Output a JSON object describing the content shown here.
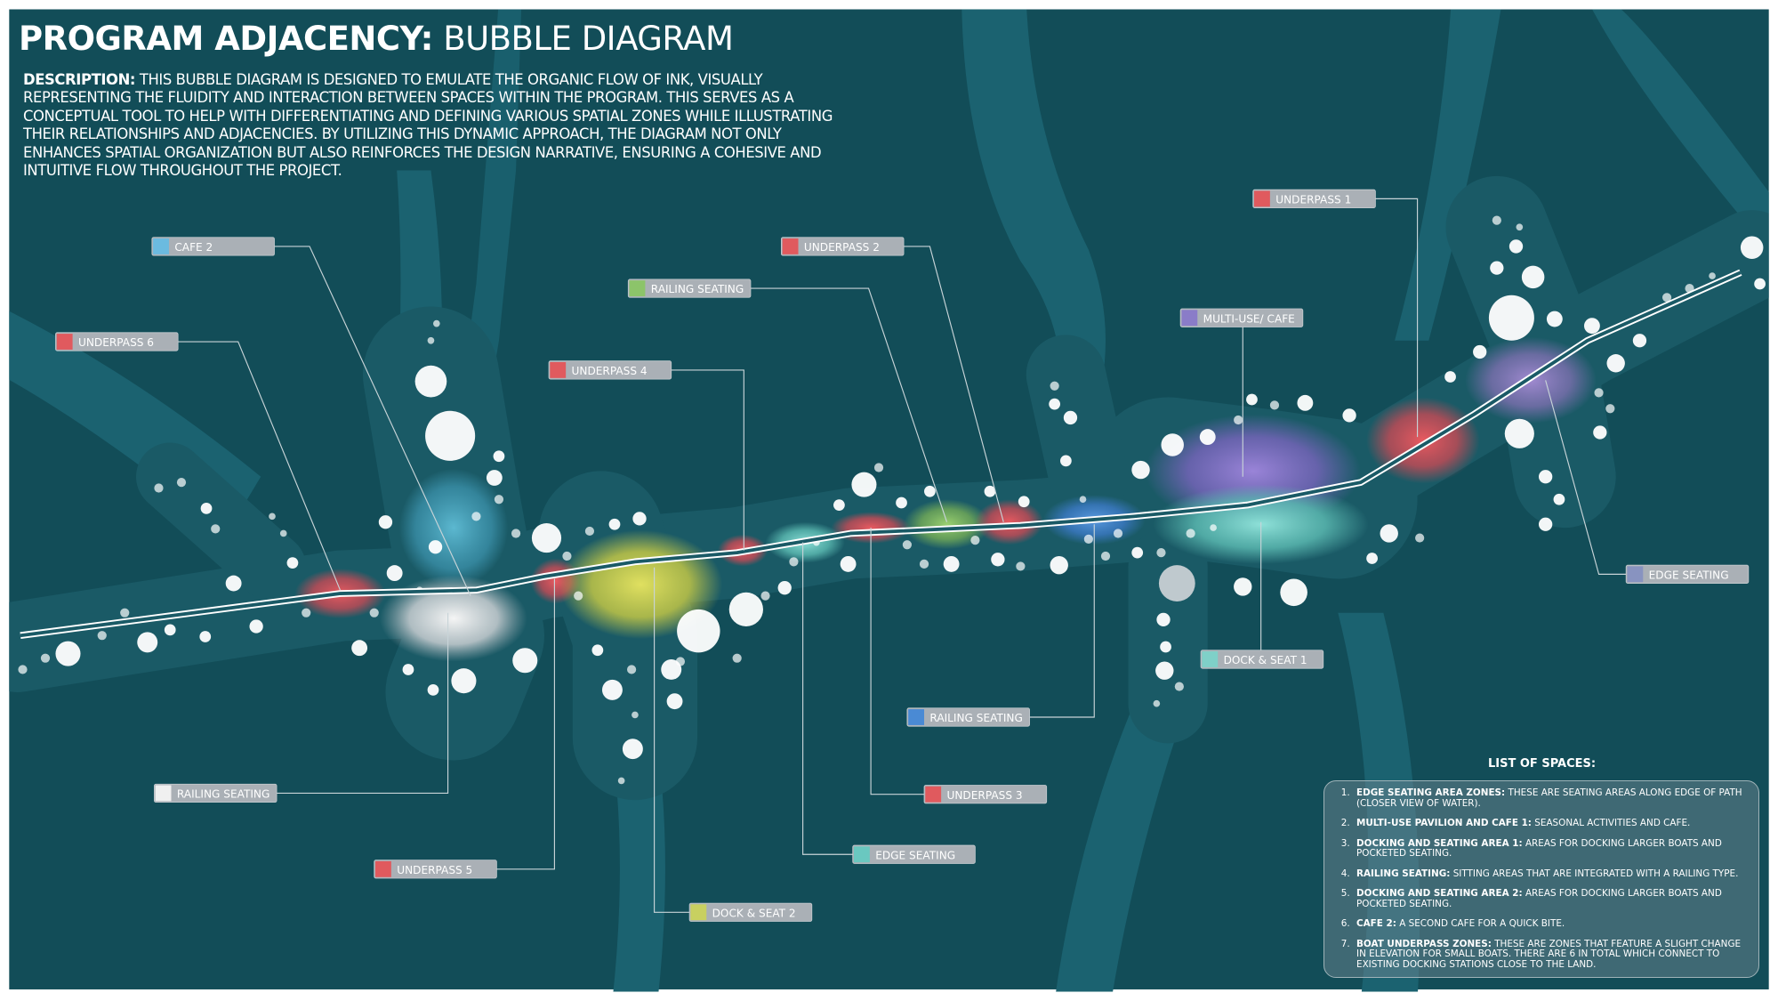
{
  "header": {
    "title_bold": "PROGRAM ADJACENCY:",
    "title_light": "BUBBLE DIAGRAM",
    "description_label": "DESCRIPTION:",
    "description_text": "THIS BUBBLE DIAGRAM IS DESIGNED TO EMULATE THE ORGANIC FLOW OF INK, VISUALLY REPRESENTING THE FLUIDITY AND INTERACTION BETWEEN SPACES WITHIN THE PROGRAM. THIS SERVES AS A CONCEPTUAL TOOL TO HELP WITH DIFFERENTIATING AND DEFINING VARIOUS SPATIAL ZONES WHILE ILLUSTRATING THEIR RELATIONSHIPS AND ADJACENCIES. BY UTILIZING THIS DYNAMIC APPROACH, THE DIAGRAM NOT ONLY ENHANCES SPATIAL ORGANIZATION BUT ALSO REINFORCES THE DESIGN NARRATIVE, ENSURING A COHESIVE AND INTUITIVE FLOW THROUGHOUT THE PROJECT."
  },
  "colors": {
    "background": "#124d58",
    "river": "#1b6270",
    "land": "#1a5a66",
    "label_box": "#aab0b6",
    "underpass": "#e05a5e",
    "cafe": "#6bbbe0",
    "railing_green": "#8cc46a",
    "railing_blue": "#4a8ad4",
    "railing_white": "#f0f0f0",
    "multi_use": "#8a7cc8",
    "edge_purple": "#8893c0",
    "edge_teal": "#6ac8c0",
    "dock1": "#7fd0c8",
    "dock2": "#c8d060"
  },
  "labels": [
    {
      "text": "CAFE 2",
      "color": "#6bbbe0"
    },
    {
      "text": "UNDERPASS 6",
      "color": "#e05a5e"
    },
    {
      "text": "RAILING SEATING",
      "color": "#8cc46a"
    },
    {
      "text": "UNDERPASS 4",
      "color": "#e05a5e"
    },
    {
      "text": "UNDERPASS 2",
      "color": "#e05a5e"
    },
    {
      "text": "UNDERPASS 1",
      "color": "#e05a5e"
    },
    {
      "text": "MULTI-USE/ CAFE",
      "color": "#8a7cc8"
    },
    {
      "text": "EDGE SEATING",
      "color": "#8893c0"
    },
    {
      "text": "DOCK & SEAT 1",
      "color": "#7fd0c8"
    },
    {
      "text": "RAILING SEATING",
      "color": "#4a8ad4"
    },
    {
      "text": "UNDERPASS 3",
      "color": "#e05a5e"
    },
    {
      "text": "EDGE SEATING",
      "color": "#6ac8c0"
    },
    {
      "text": "DOCK & SEAT 2",
      "color": "#c8d060"
    },
    {
      "text": "UNDERPASS 5",
      "color": "#e05a5e"
    },
    {
      "text": "RAILING SEATING",
      "color": "#f0f0f0"
    }
  ],
  "spaces": {
    "title": "LIST OF SPACES:",
    "items": [
      {
        "term": "EDGE SEATING AREA ZONES:",
        "text": "THESE ARE SEATING AREAS ALONG EDGE OF PATH (CLOSER VIEW OF WATER)."
      },
      {
        "term": "MULTI-USE PAVILION AND CAFE 1:",
        "text": "SEASONAL ACTIVITIES AND CAFE."
      },
      {
        "term": "DOCKING AND SEATING AREA 1:",
        "text": "AREAS FOR DOCKING LARGER BOATS AND POCKETED SEATING."
      },
      {
        "term": "RAILING SEATING:",
        "text": "SITTING AREAS THAT ARE INTEGRATED WITH A RAILING TYPE."
      },
      {
        "term": "DOCKING AND SEATING AREA 2:",
        "text": "AREAS FOR DOCKING LARGER BOATS AND POCKETED SEATING."
      },
      {
        "term": "CAFE 2:",
        "text": "A SECOND CAFE FOR A QUICK BITE."
      },
      {
        "term": "BOAT UNDERPASS ZONES:",
        "text": "THESE ARE ZONES THAT FEATURE A SLIGHT CHANGE IN ELEVATION FOR SMALL BOATS. THERE ARE 6 IN TOTAL WHICH CONNECT TO EXISTING DOCKING STATIONS CLOSE TO THE LAND."
      }
    ]
  }
}
